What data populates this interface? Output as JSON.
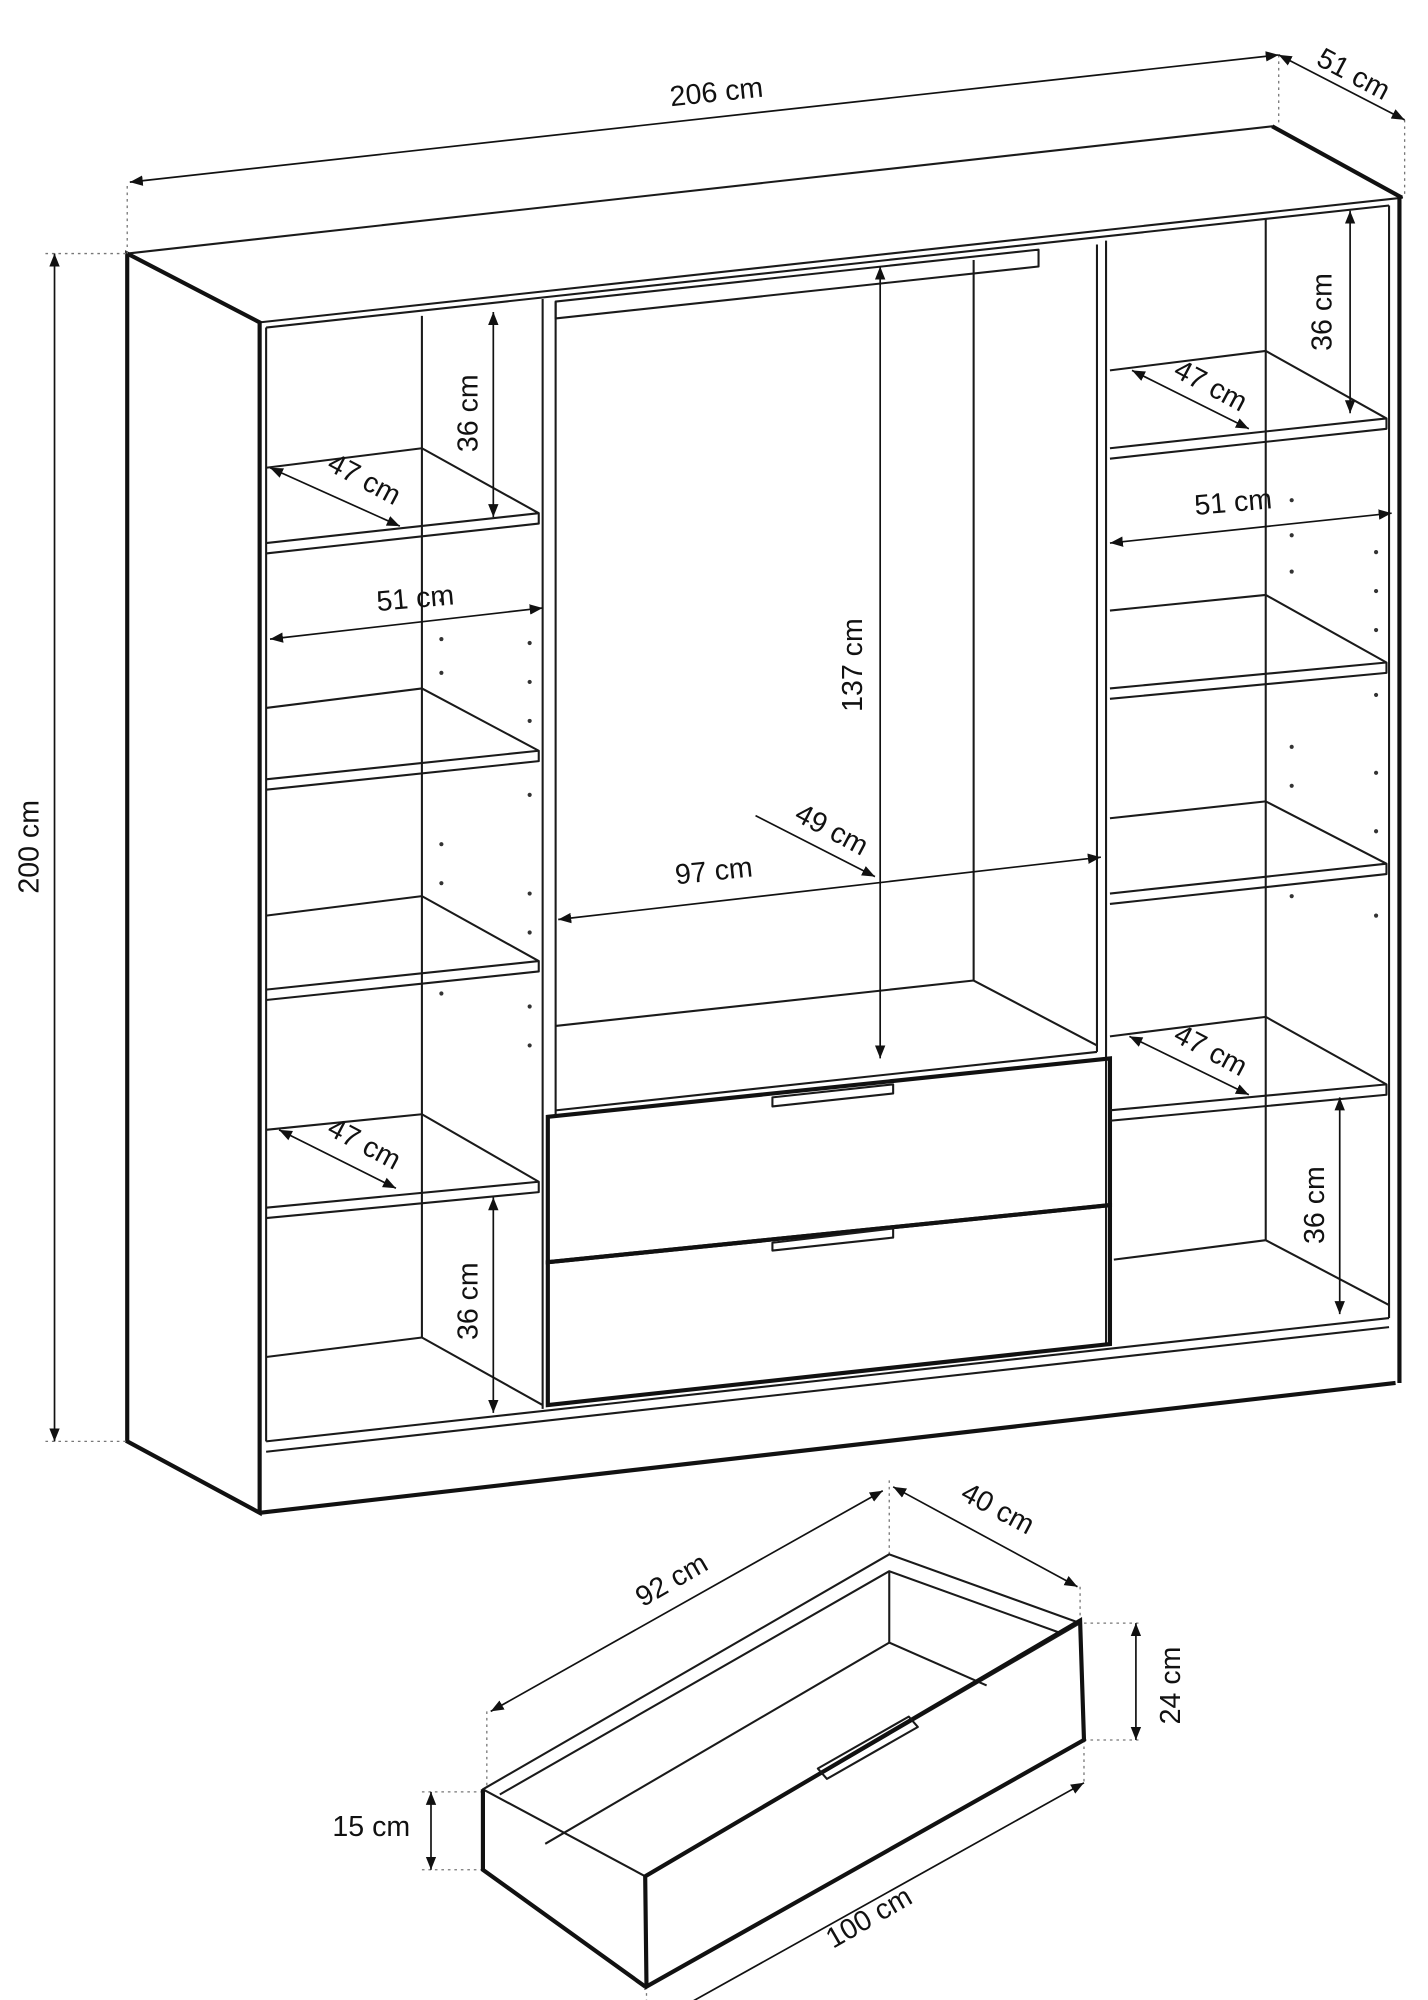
{
  "wardrobe": {
    "width": "206 cm",
    "depth": "51 cm",
    "height": "200 cm",
    "left_top_shelf_gap": "36 cm",
    "left_top_shelf_depth": "47 cm",
    "left_inner_width": "51 cm",
    "left_bottom_shelf_depth": "47 cm",
    "left_bottom_gap": "36 cm",
    "middle_height": "137 cm",
    "middle_depth": "49 cm",
    "middle_width": "97 cm",
    "right_top_shelf_gap": "36 cm",
    "right_top_shelf_depth": "47 cm",
    "right_inner_width": "51 cm",
    "right_bottom_shelf_depth": "47 cm",
    "right_bottom_gap": "36 cm"
  },
  "drawer": {
    "inner_length": "92 cm",
    "depth": "40 cm",
    "front_height": "24 cm",
    "side_height": "15 cm",
    "front_length": "100 cm"
  }
}
